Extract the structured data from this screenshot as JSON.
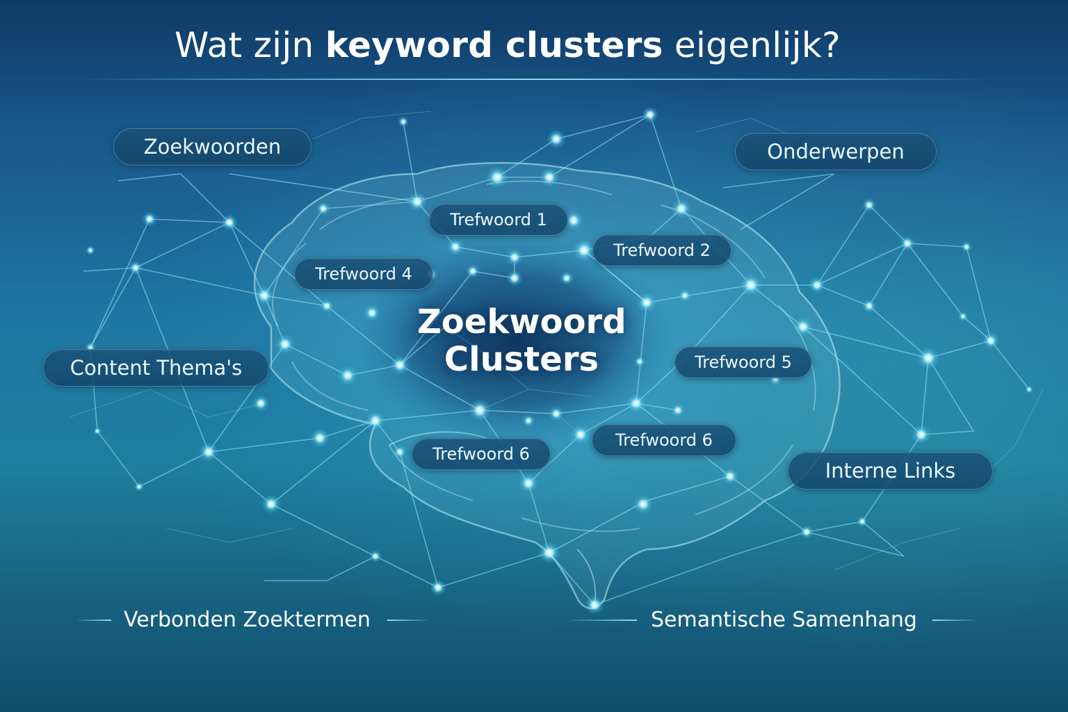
{
  "header": {
    "title_prefix": "Wat zijn ",
    "title_bold": "keyword clusters",
    "title_suffix": " eigenlijk?"
  },
  "center": {
    "line1": "Zoekwoord",
    "line2": "Clusters"
  },
  "outer_labels": {
    "top_left": "Zoekwoorden",
    "top_right": "Onderwerpen",
    "mid_left": "Content Thema's",
    "mid_right": "Interne Links"
  },
  "inner_labels": {
    "k1": "Trefwoord 1",
    "k2": "Trefwoord 2",
    "k4": "Trefwoord 4",
    "k5": "Trefwoord 5",
    "k6a": "Trefwoord 6",
    "k6b": "Trefwoord 6"
  },
  "footer": {
    "left": "Verbonden Zoektermen",
    "right": "Semantische Samenhang"
  },
  "colors": {
    "background_top": "#0f3a66",
    "background_mid": "#1e77a3",
    "background_bottom": "#114f6c",
    "node_glow": "#bff4ff",
    "line": "#8fe3f5",
    "text": "#ffffff"
  }
}
